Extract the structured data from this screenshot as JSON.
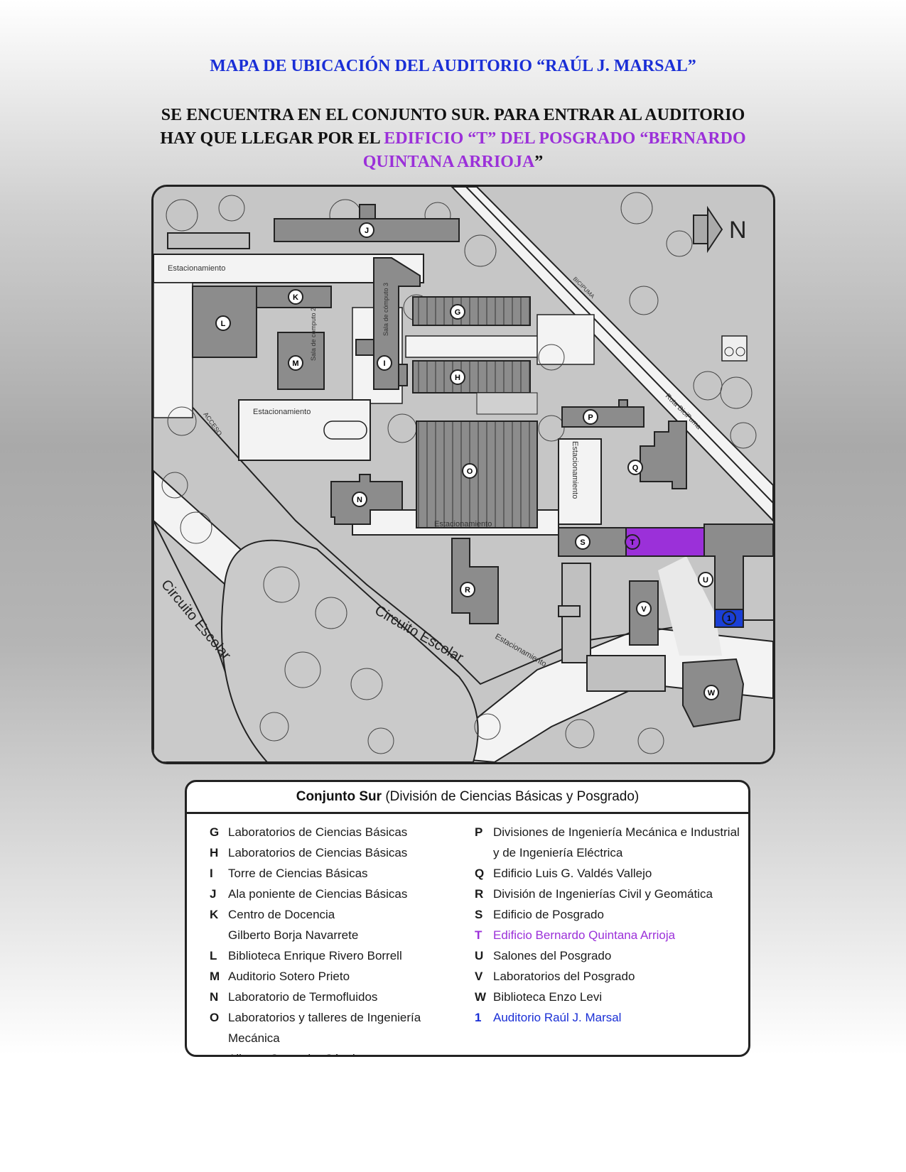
{
  "header": {
    "title": "MAPA DE UBICACIÓN DEL AUDITORIO “RAÚL J. MARSAL”",
    "subtitle_part1": "SE ENCUENTRA EN EL CONJUNTO SUR. PARA ENTRAR AL AUDITORIO HAY QUE LLEGAR POR EL ",
    "subtitle_part2": "EDIFICIO “T”  DEL POSGRADO “BERNARDO QUINTANA ARRIOJA",
    "subtitle_part3": "”"
  },
  "colors": {
    "title_blue": "#1a2fd6",
    "highlight_purple": "#9b30d9",
    "auditorium_blue": "#1a3fd6",
    "building_gray": "#8c8c8c",
    "ground_gray": "#d7d7d7",
    "road_white": "#f3f3f3"
  },
  "map": {
    "north_label": "N",
    "parking_label": "Estacionamiento",
    "room2_label": "Sala de cómputo 2",
    "room3_label": "Sala de cómputo 3",
    "access_label": "ACCESO",
    "road_circuito": "Circuito Escolar",
    "road_bicipuma": "Ruta BiciPuma",
    "road_bicipuma_short": "BICIPUMA",
    "buildings": {
      "G": "G",
      "H": "H",
      "I": "I",
      "J": "J",
      "K": "K",
      "L": "L",
      "M": "M",
      "N": "N",
      "O": "O",
      "P": "P",
      "Q": "Q",
      "R": "R",
      "S": "S",
      "T": "T",
      "U": "U",
      "V": "V",
      "W": "W",
      "one": "1"
    }
  },
  "legend": {
    "title_bold": "Conjunto Sur",
    "title_rest": " (División de Ciencias Básicas y Posgrado)",
    "left": [
      {
        "code": "G",
        "text": "Laboratorios de Ciencias Básicas"
      },
      {
        "code": "H",
        "text": "Laboratorios de Ciencias Básicas"
      },
      {
        "code": "I",
        "text": "Torre de Ciencias Básicas"
      },
      {
        "code": "J",
        "text": "Ala poniente de Ciencias Básicas"
      },
      {
        "code": "K",
        "text": "Centro de Docencia"
      },
      {
        "code": "",
        "text": "Gilberto Borja Navarrete"
      },
      {
        "code": "L",
        "text": "Biblioteca Enrique Rivero Borrell"
      },
      {
        "code": "M",
        "text": "Auditorio Sotero Prieto"
      },
      {
        "code": "N",
        "text": "Laboratorio de Termofluidos"
      },
      {
        "code": "O",
        "text": "Laboratorios y talleres de Ingeniería Mecánica"
      },
      {
        "code": "",
        "text": "Alberto Camacho Sánchez"
      }
    ],
    "right": [
      {
        "code": "P",
        "text": "Divisiones de Ingeniería Mecánica e Industrial"
      },
      {
        "code": "",
        "text": "y de Ingeniería Eléctrica"
      },
      {
        "code": "Q",
        "text": "Edificio Luis G. Valdés Vallejo"
      },
      {
        "code": "R",
        "text": "División de Ingenierías Civil y Geomática"
      },
      {
        "code": "S",
        "text": "Edificio de Posgrado"
      },
      {
        "code": "T",
        "text": "Edificio Bernardo Quintana Arrioja"
      },
      {
        "code": "U",
        "text": "Salones del Posgrado"
      },
      {
        "code": "V",
        "text": "Laboratorios del Posgrado"
      },
      {
        "code": "W",
        "text": "Biblioteca Enzo Levi"
      },
      {
        "code": "1",
        "text": "Auditorio Raúl J. Marsal"
      }
    ]
  }
}
